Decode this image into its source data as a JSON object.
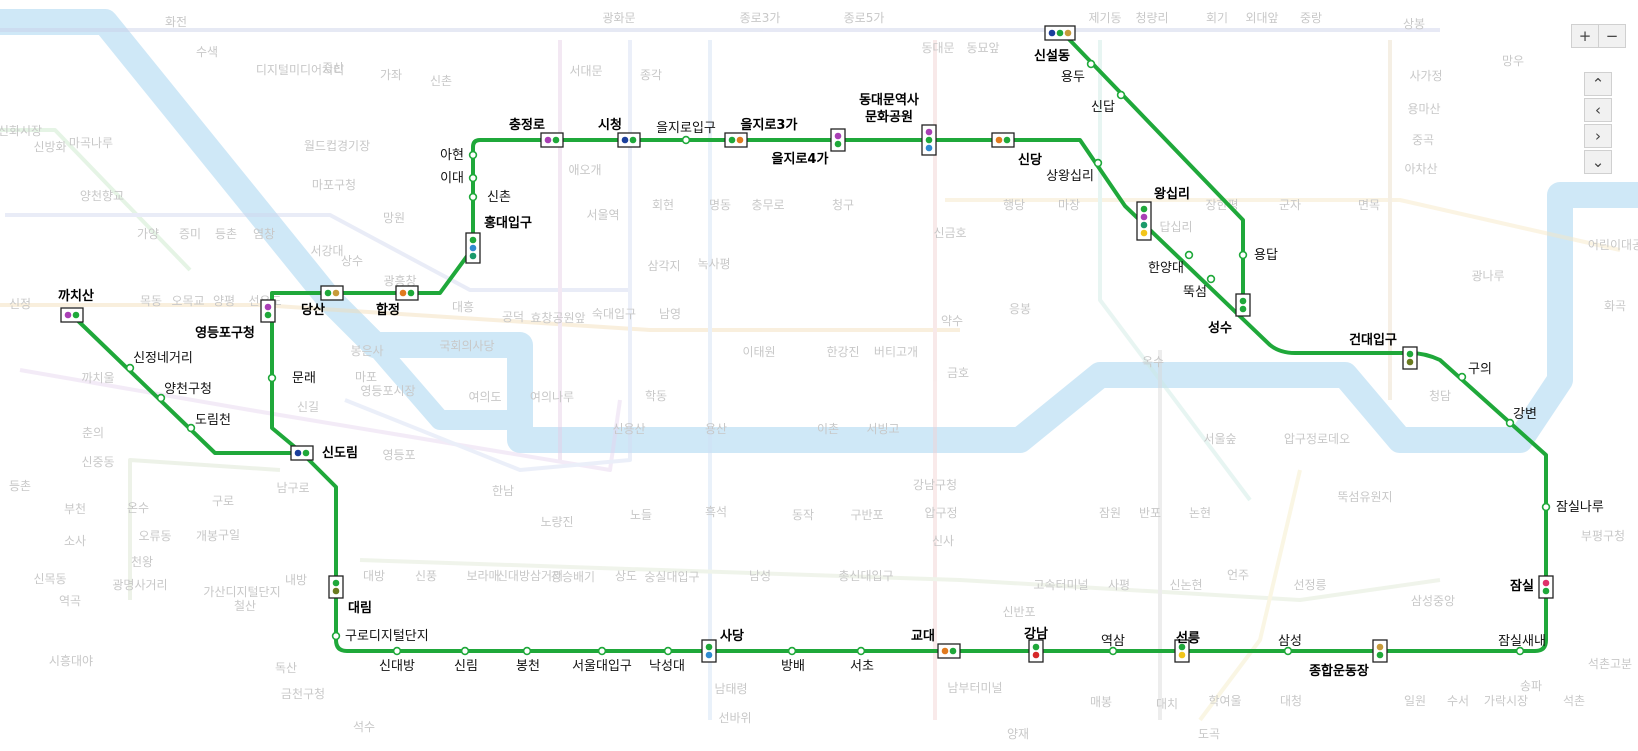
{
  "map": {
    "line_color": "#1fa83a",
    "river_color": "#cfe8f7",
    "background_color": "#ffffff",
    "controls": {
      "zoom_in": "+",
      "zoom_out": "−",
      "up": "⌃",
      "left": "‹",
      "right": "›",
      "down": "⌄"
    },
    "stations": [
      {
        "name": "까치산",
        "transfer": true,
        "colors": [
          "#a93fb5",
          "#1fa83a"
        ]
      },
      {
        "name": "신정네거리",
        "transfer": false
      },
      {
        "name": "양천구청",
        "transfer": false
      },
      {
        "name": "도림천",
        "transfer": false
      },
      {
        "name": "신도림",
        "transfer": true,
        "colors": [
          "#1b3f9c",
          "#1fa83a"
        ]
      },
      {
        "name": "문래",
        "transfer": false
      },
      {
        "name": "영등포구청",
        "transfer": true,
        "colors": [
          "#a93fb5",
          "#1fa83a"
        ]
      },
      {
        "name": "당산",
        "transfer": true,
        "colors": [
          "#1fa83a",
          "#c79b3a"
        ]
      },
      {
        "name": "합정",
        "transfer": true,
        "colors": [
          "#e07a1f",
          "#1fa83a"
        ]
      },
      {
        "name": "홍대입구",
        "transfer": true,
        "colors": [
          "#1fa83a",
          "#2f8ad0",
          "#1a9a6b"
        ]
      },
      {
        "name": "신촌",
        "transfer": false
      },
      {
        "name": "이대",
        "transfer": false
      },
      {
        "name": "아현",
        "transfer": false
      },
      {
        "name": "충정로",
        "transfer": true,
        "colors": [
          "#a93fb5",
          "#1fa83a"
        ]
      },
      {
        "name": "시청",
        "transfer": true,
        "colors": [
          "#1b3f9c",
          "#1fa83a"
        ]
      },
      {
        "name": "을지로입구",
        "transfer": false
      },
      {
        "name": "을지로3가",
        "transfer": true,
        "colors": [
          "#1fa83a",
          "#e07a1f"
        ]
      },
      {
        "name": "을지로4가",
        "transfer": true,
        "colors": [
          "#a93fb5",
          "#1fa83a"
        ]
      },
      {
        "name": "동대문역사\n문화공원",
        "transfer": true,
        "colors": [
          "#a93fb5",
          "#1fa83a",
          "#2f8ad0"
        ]
      },
      {
        "name": "신당",
        "transfer": true,
        "colors": [
          "#e07a1f",
          "#1fa83a"
        ]
      },
      {
        "name": "상왕십리",
        "transfer": false
      },
      {
        "name": "왕십리",
        "transfer": true,
        "colors": [
          "#1fa83a",
          "#a93fb5",
          "#1a9a6b",
          "#f2c51b"
        ]
      },
      {
        "name": "한양대",
        "transfer": false
      },
      {
        "name": "뚝섬",
        "transfer": false
      },
      {
        "name": "성수",
        "transfer": true,
        "colors": [
          "#1fa83a",
          "#1fa83a"
        ]
      },
      {
        "name": "건대입구",
        "transfer": true,
        "colors": [
          "#1fa83a",
          "#6a7b1f"
        ]
      },
      {
        "name": "구의",
        "transfer": false
      },
      {
        "name": "강변",
        "transfer": false
      },
      {
        "name": "잠실나루",
        "transfer": false
      },
      {
        "name": "잠실",
        "transfer": true,
        "colors": [
          "#e0316b",
          "#1fa83a"
        ]
      },
      {
        "name": "잠실새내",
        "transfer": false
      },
      {
        "name": "종합운동장",
        "transfer": true,
        "colors": [
          "#c79b3a",
          "#1fa83a"
        ]
      },
      {
        "name": "삼성",
        "transfer": false
      },
      {
        "name": "선릉",
        "transfer": true,
        "colors": [
          "#1fa83a",
          "#f2c51b"
        ]
      },
      {
        "name": "역삼",
        "transfer": false
      },
      {
        "name": "강남",
        "transfer": true,
        "colors": [
          "#1fa83a",
          "#d62828"
        ]
      },
      {
        "name": "교대",
        "transfer": true,
        "colors": [
          "#e07a1f",
          "#1fa83a"
        ]
      },
      {
        "name": "서초",
        "transfer": false
      },
      {
        "name": "방배",
        "transfer": false
      },
      {
        "name": "사당",
        "transfer": true,
        "colors": [
          "#1fa83a",
          "#2f8ad0"
        ]
      },
      {
        "name": "낙성대",
        "transfer": false
      },
      {
        "name": "서울대입구",
        "transfer": false
      },
      {
        "name": "봉천",
        "transfer": false
      },
      {
        "name": "신림",
        "transfer": false
      },
      {
        "name": "신대방",
        "transfer": false
      },
      {
        "name": "구로디지털단지",
        "transfer": false
      },
      {
        "name": "대림",
        "transfer": true,
        "colors": [
          "#1fa83a",
          "#6a7b1f"
        ]
      },
      {
        "name": "신설동",
        "transfer": true,
        "colors": [
          "#1b3f9c",
          "#1fa83a",
          "#c79b3a"
        ]
      },
      {
        "name": "용두",
        "transfer": false
      },
      {
        "name": "신답",
        "transfer": false
      },
      {
        "name": "용답",
        "transfer": false
      }
    ],
    "background_labels": [
      "화전",
      "수색",
      "증산",
      "디지털미디어시티",
      "가좌",
      "신촌",
      "광화문",
      "종로3가",
      "종로5가",
      "동대문",
      "동묘앞",
      "제기동",
      "청량리",
      "회기",
      "외대앞",
      "중랑",
      "상봉",
      "망우",
      "신화시장",
      "신방화",
      "마곡나루",
      "양천향교",
      "월드컵경기장",
      "마포구청",
      "망원",
      "가양",
      "증미",
      "등촌",
      "염창",
      "서대문",
      "종각",
      "애오개",
      "서울역",
      "회현",
      "명동",
      "충무로",
      "청구",
      "신금호",
      "행당",
      "마장",
      "답십리",
      "장한평",
      "군자",
      "면목",
      "사가정",
      "용마산",
      "중곡",
      "아차산",
      "어린이대공원",
      "광나루",
      "화곡",
      "신정",
      "목동",
      "오목교",
      "양평",
      "선유도",
      "서강대",
      "상수",
      "광흥창",
      "대흥",
      "공덕",
      "효창공원앞",
      "숙대입구",
      "남영",
      "삼각지",
      "녹사평",
      "이태원",
      "한강진",
      "버티고개",
      "약수",
      "금호",
      "응봉",
      "옥수",
      "서울숲",
      "압구정로데오",
      "청담",
      "뚝섬유원지",
      "강남구청",
      "압구정",
      "신사",
      "잠원",
      "반포",
      "논현",
      "학동",
      "신용산",
      "용산",
      "이촌",
      "서빙고",
      "한남",
      "노량진",
      "노들",
      "흑석",
      "동작",
      "구반포",
      "신반포",
      "고속터미널",
      "사평",
      "신논현",
      "언주",
      "선정릉",
      "삼성중앙",
      "봉은사",
      "영등포시장",
      "국회의사당",
      "여의도",
      "여의나루",
      "마포",
      "신길",
      "영등포",
      "대방",
      "신풍",
      "보라매",
      "신대방삼거리",
      "장승배기",
      "상도",
      "숭실대입구",
      "남성",
      "총신대입구",
      "내방",
      "남구로",
      "구로",
      "구일",
      "개봉",
      "오류동",
      "온수",
      "천왕",
      "광명사거리",
      "철산",
      "가산디지털단지",
      "독산",
      "금천구청",
      "석수",
      "남태령",
      "선바위",
      "남부터미널",
      "양재",
      "매봉",
      "도곡",
      "대치",
      "학여울",
      "대청",
      "일원",
      "수서",
      "가락시장",
      "송파",
      "석촌고분",
      "석촌",
      "부평구청",
      "까치울",
      "춘의",
      "신중동",
      "부천",
      "소사",
      "역곡",
      "시흥대야",
      "신목동",
      "등촌"
    ]
  }
}
